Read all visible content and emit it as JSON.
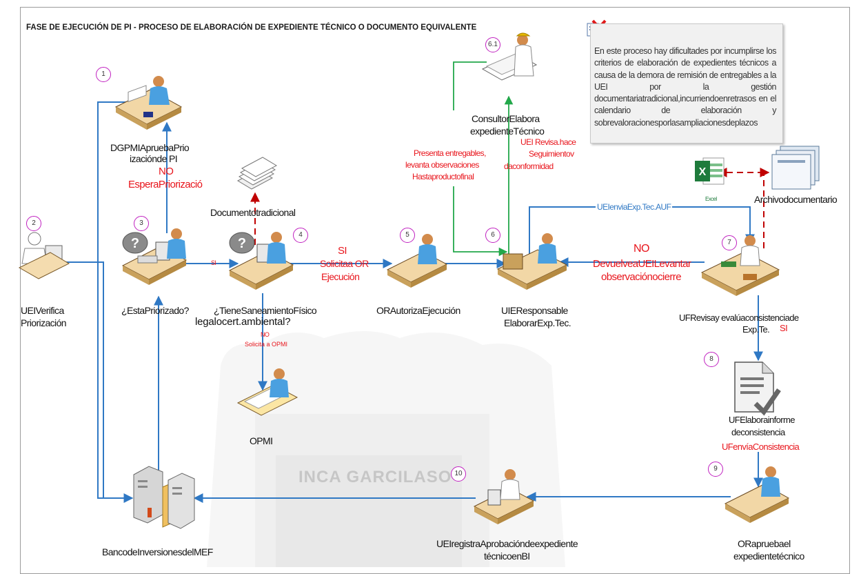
{
  "title": "FASE DE EJECUCIÓN DE PI - PROCESO DE ELABORACIÓN DE EXPEDIENTE TÉCNICO O DOCUMENTO EQUIVALENTE",
  "note": "En este proceso hay dificultades por incumplirse los criterios de elaboración de expedientes técnicos a causa de la demora de remisión de entregables a la UEI por la gestión documentariatradicional,incurriendoenretrasos en el calendario de elaboración y sobrevaloracionesporlasampliacionesdeplazos",
  "steps": [
    "1",
    "2",
    "3",
    "4",
    "5",
    "6",
    "6.1",
    "7",
    "8",
    "9",
    "10"
  ],
  "nodes": {
    "dgpmi": [
      "DGPMIApruebaPrio",
      "izaciónde PI"
    ],
    "uei_verifica": [
      "UEIVerifica",
      "Priorización"
    ],
    "esta_priorizado": "¿EstaPriorizado?",
    "tiene_saneamiento": [
      "¿TieneSaneamientoFísico",
      "legalocert.ambiental?"
    ],
    "doc_tradicional": "Documentotradicional",
    "or_autoriza": "ORAutorizaEjecución",
    "uie_responsable": [
      "UIEResponsable",
      "ElaborarExp.Tec."
    ],
    "consultor": [
      "ConsultorElabora",
      "expedienteTécnico"
    ],
    "archivo": "Archivodocumentario",
    "excel": "Excel",
    "uf_revisa": [
      "UFRevisay evalúaconsistenciade",
      "Exp.Te."
    ],
    "uf_elabora": [
      "UFElaborainforme",
      "deconsistencia"
    ],
    "or_aprueba": [
      "ORapruebael",
      "expedientetécnico"
    ],
    "uei_registra": [
      "UEIregistraAprobacióndeexpediente",
      "técnicoenBI"
    ],
    "banco": "BancodeInversionesdelMEF",
    "opmi": "OPMI"
  },
  "flows": {
    "no1": "NO",
    "espera": "EsperaPriorizació",
    "si_small": "SI",
    "si_or": "SI",
    "solicita_or": [
      "Solicitaa OR",
      "Ejecución"
    ],
    "no_opmi": "NO",
    "solicita_opmi": "Solicita a OPMI",
    "presenta": [
      "Presenta     entregables,",
      "levanta observaciones",
      "Hastaproductofinal"
    ],
    "uei_revisa": [
      "UEI Revisa.hace",
      "Seguimientov",
      "daconformidad"
    ],
    "uei_envia": "UEIenviaExp.Tec.AUF",
    "no_devuelve": "NO",
    "devuelve": [
      "DevuelveaUEILevantar",
      "observaciónocierre"
    ],
    "si_uf": "SI",
    "uf_envia": "UFenvíaConsistencia"
  },
  "watermark": "INCA GARCILASO",
  "colors": {
    "blue_flow": "#2f78c4",
    "green_flow": "#22a84a",
    "red_flow": "#c00000",
    "step_ring": "#c020c0",
    "label_red": "#e8141b"
  }
}
